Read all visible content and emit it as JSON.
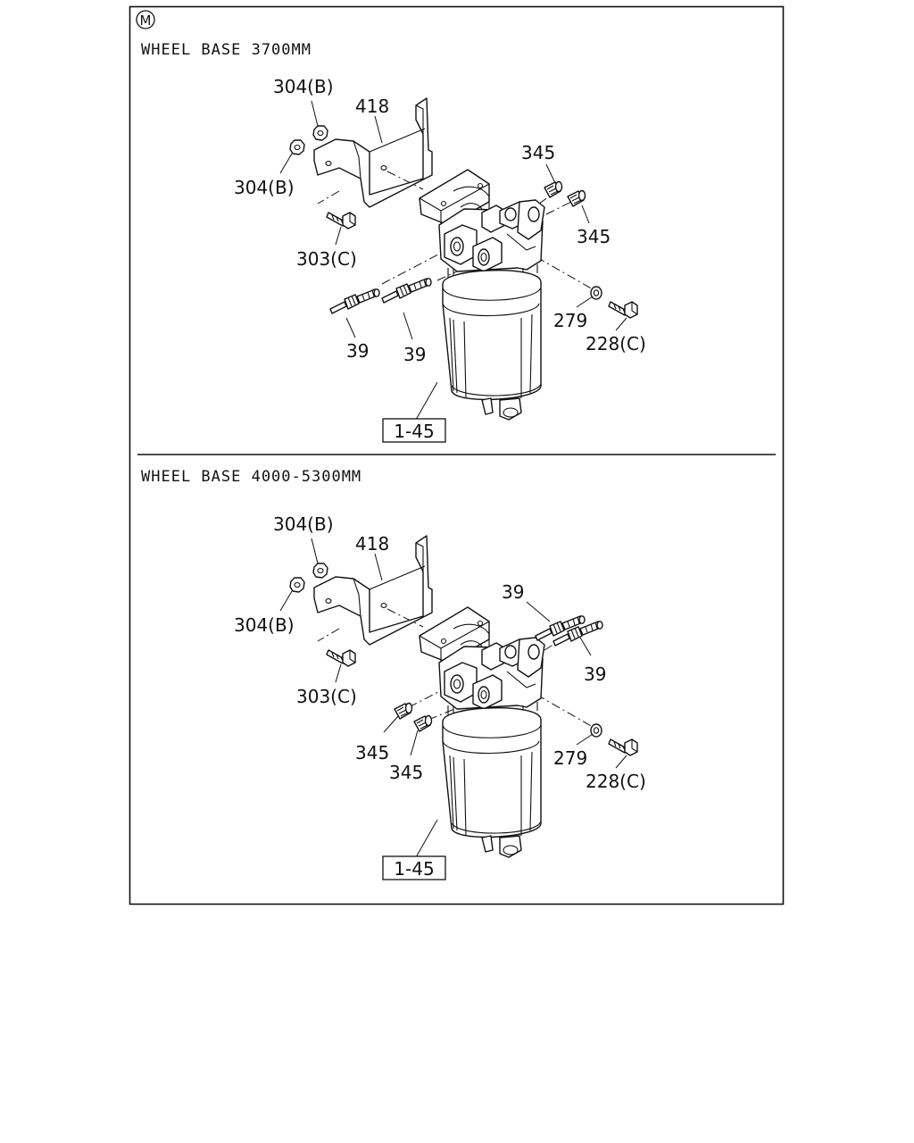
{
  "marker": "M",
  "panels": [
    {
      "heading": "WHEEL BASE 3700MM",
      "callouts": {
        "nut_upper": "304(B)",
        "nut_left": "304(B)",
        "bracket": "418",
        "bolt_bracket": "303(C)",
        "upper_fitting_1": "345",
        "upper_fitting_2": "345",
        "lower_fitting_1": "39",
        "lower_fitting_2": "39",
        "washer": "279",
        "bolt_right": "228(C)",
        "assembly_ref": "1-45"
      }
    },
    {
      "heading": "WHEEL BASE 4000-5300MM",
      "callouts": {
        "nut_upper": "304(B)",
        "nut_left": "304(B)",
        "bracket": "418",
        "bolt_bracket": "303(C)",
        "upper_fitting_1": "39",
        "upper_fitting_2": "39",
        "lower_fitting_1": "345",
        "lower_fitting_2": "345",
        "washer": "279",
        "bolt_right": "228(C)",
        "assembly_ref": "1-45"
      }
    }
  ]
}
